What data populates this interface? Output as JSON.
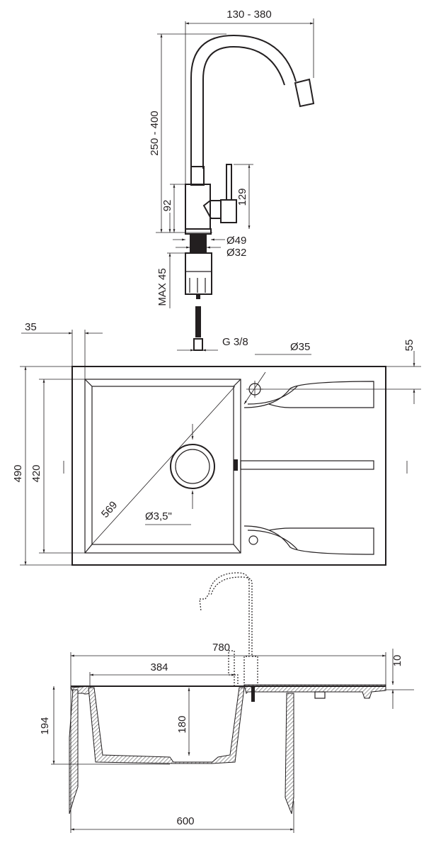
{
  "title": "Sink and faucet dimension drawing",
  "faucet": {
    "reach": "130 - 380",
    "height": "250 - 400",
    "body_height": "92",
    "handle_height": "129",
    "base_diameter": "Ø49",
    "shank_diameter": "Ø32",
    "max_thickness": "MAX 45",
    "connection": "G 3/8"
  },
  "sink_top": {
    "tap_hole": "Ø35",
    "edge_offset": "35",
    "tap_offset": "55",
    "width": "490",
    "bowl_width": "420",
    "diagonal": "569",
    "drain": "Ø3,5\""
  },
  "sink_side": {
    "length": "780",
    "bowl_length": "384",
    "depth": "194",
    "bowl_depth": "180",
    "rim": "10",
    "cabinet": "600"
  },
  "colors": {
    "line": "#231f20",
    "background": "#ffffff"
  }
}
